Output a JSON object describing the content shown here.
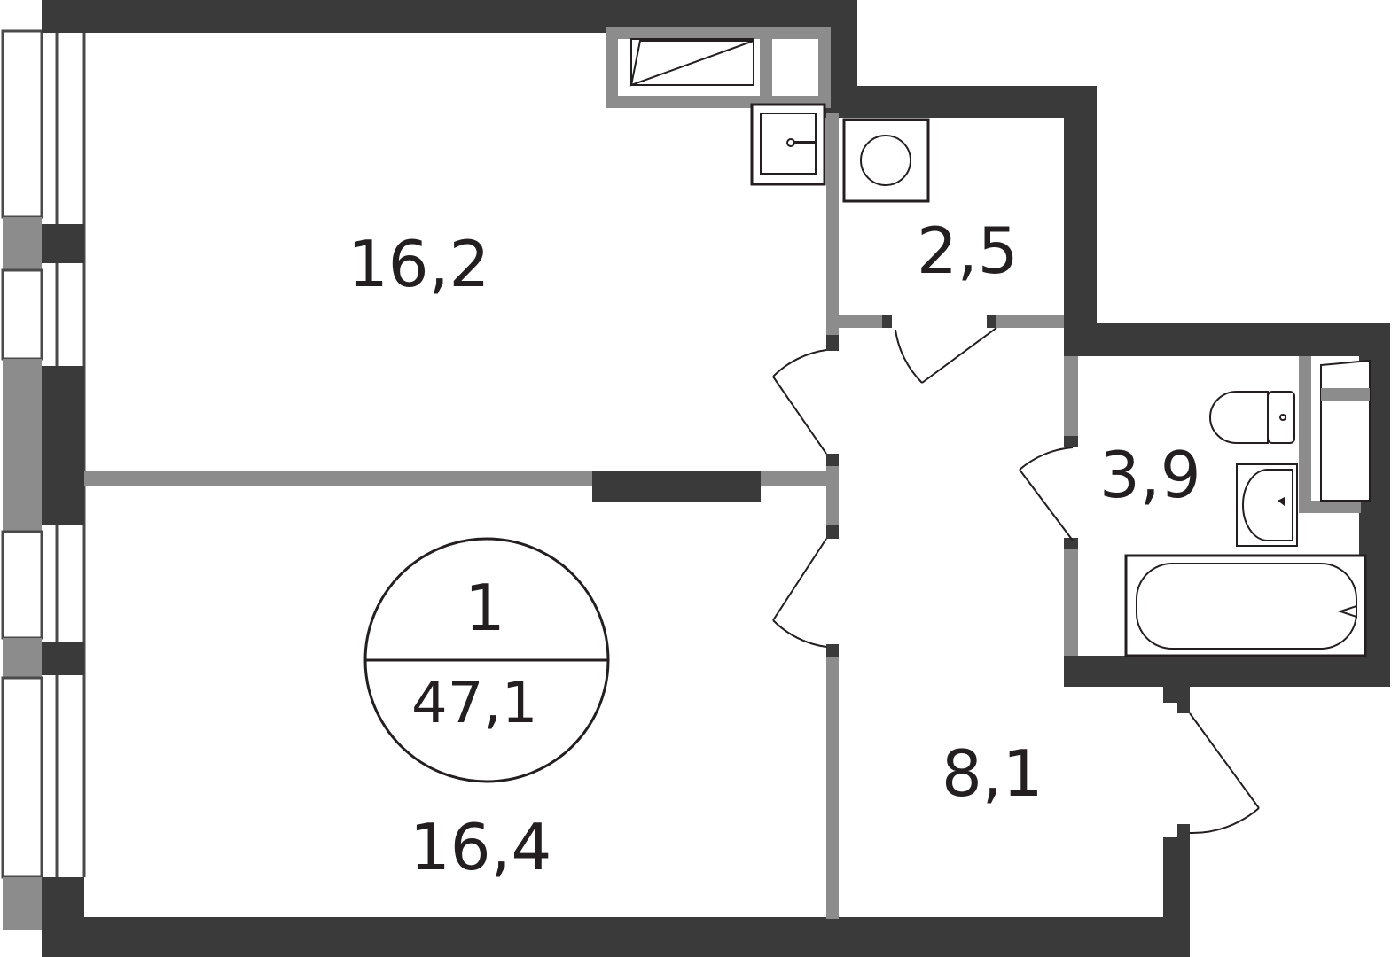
{
  "colors": {
    "outer_wall": "#3a3a3a",
    "inner_wall": "#8c8c8c",
    "window_frame": "#4a4a4a",
    "line": "#231f20",
    "background": "#ffffff"
  },
  "apartment": {
    "rooms": "1",
    "total_area": "47,1"
  },
  "rooms": [
    {
      "id": "room-living-top",
      "area": "16,2"
    },
    {
      "id": "room-living-bottom",
      "area": "16,4"
    },
    {
      "id": "room-wc",
      "area": "2,5"
    },
    {
      "id": "room-bathroom",
      "area": "3,9"
    },
    {
      "id": "room-hall",
      "area": "8,1"
    }
  ]
}
